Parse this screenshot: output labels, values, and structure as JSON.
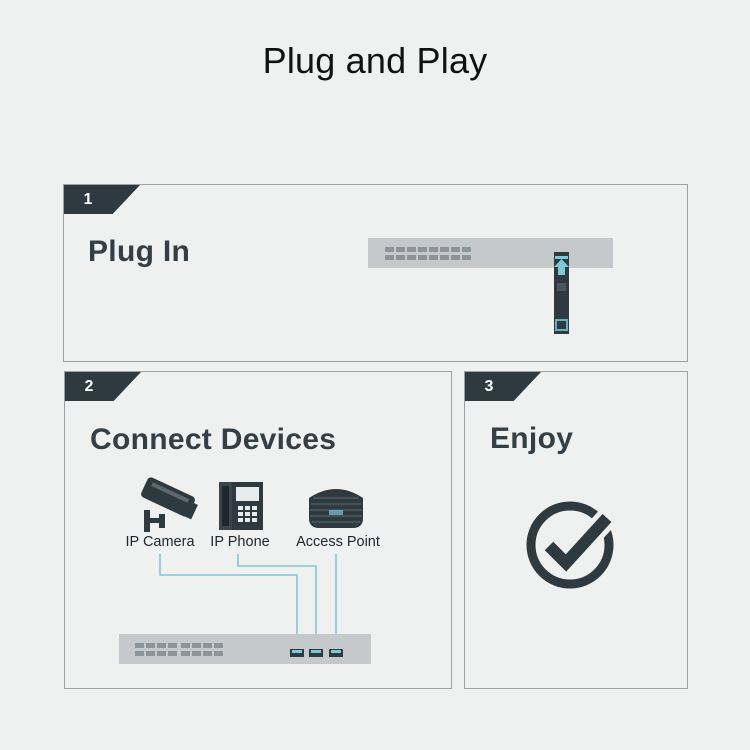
{
  "title": "Plug and Play",
  "steps": [
    {
      "number": "1",
      "heading": "Plug In"
    },
    {
      "number": "2",
      "heading": "Connect Devices"
    },
    {
      "number": "3",
      "heading": "Enjoy"
    }
  ],
  "devices": [
    {
      "label": "IP Camera",
      "icon": "ip-camera-icon"
    },
    {
      "label": "IP Phone",
      "icon": "ip-phone-icon"
    },
    {
      "label": "Access Point",
      "icon": "access-point-icon"
    }
  ],
  "colors": {
    "dark": "#2e3a40",
    "accent": "#2a8aa0",
    "cable": "#7ec8d8",
    "switch": "#c6c9cb",
    "background": "#eff0f0"
  },
  "icons": {
    "step1": "switch-with-sfp-module",
    "step2": "switch",
    "step3": "checkmark-circle-icon"
  }
}
